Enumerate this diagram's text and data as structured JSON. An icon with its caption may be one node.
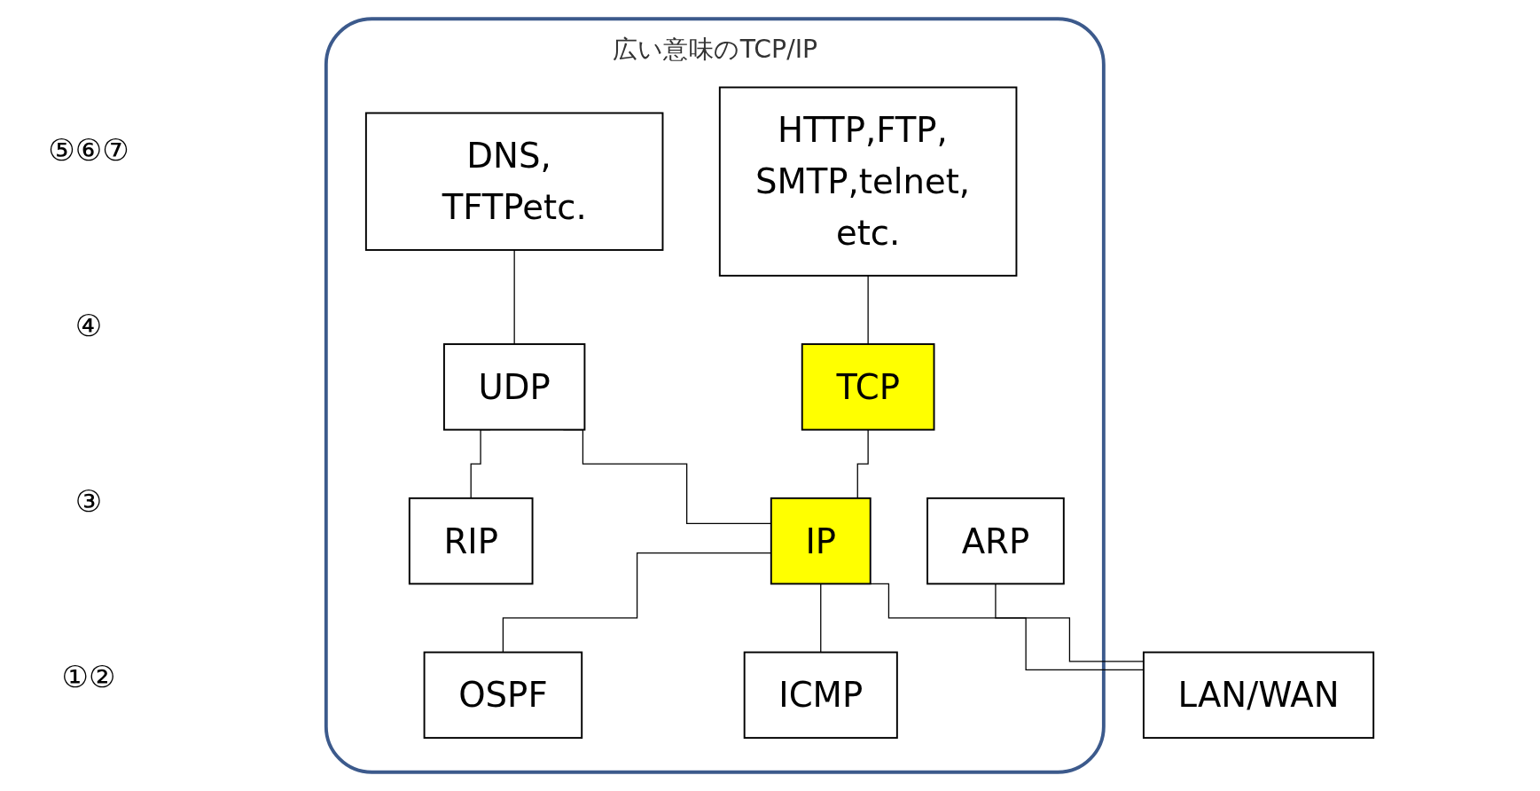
{
  "diagram": {
    "nodes": [
      {
        "text": [
          "広い意味のTCP/IP"
        ]
      },
      {
        "text": [
          "DNS, TFTPetc."
        ],
        "in": 0
      },
      {
        "text": [
          "HTTP,FTP, SMTP,telnet, etc."
        ],
        "in": 0
      },
      {
        "text": [
          "UDP"
        ],
        "in": 0
      },
      {
        "text": [
          "TCP"
        ],
        "in": 0
      },
      {
        "text": [
          "RIP"
        ],
        "in": 0
      },
      {
        "text": [
          "OSPF"
        ],
        "in": 0
      },
      {
        "text": [
          "IP"
        ],
        "in": 0
      },
      {
        "text": [
          "ICMP"
        ],
        "in": 0
      },
      {
        "text": [
          "ARP"
        ],
        "in": 0
      },
      {
        "text": [
          "LAN/WAN"
        ]
      }
    ],
    "edges": [
      {
        "from": 1,
        "to": 3,
        "arrow": "none"
      },
      {
        "from": 2,
        "to": 4,
        "arrow": "none"
      },
      {
        "from": 3,
        "to": 5,
        "arrow": "none"
      },
      {
        "from": 3,
        "to": 7,
        "arrow": "none"
      },
      {
        "from": 4,
        "to": 7,
        "arrow": "none"
      },
      {
        "from": 7,
        "to": 6,
        "arrow": "none"
      },
      {
        "from": 7,
        "to": 8,
        "arrow": "none"
      },
      {
        "from": 7,
        "to": 10,
        "arrow": "none"
      },
      {
        "from": 9,
        "to": 10,
        "arrow": "none"
      }
    ],
    "labels": [
      "⑤⑥⑦",
      "④",
      "③",
      "①②"
    ]
  }
}
